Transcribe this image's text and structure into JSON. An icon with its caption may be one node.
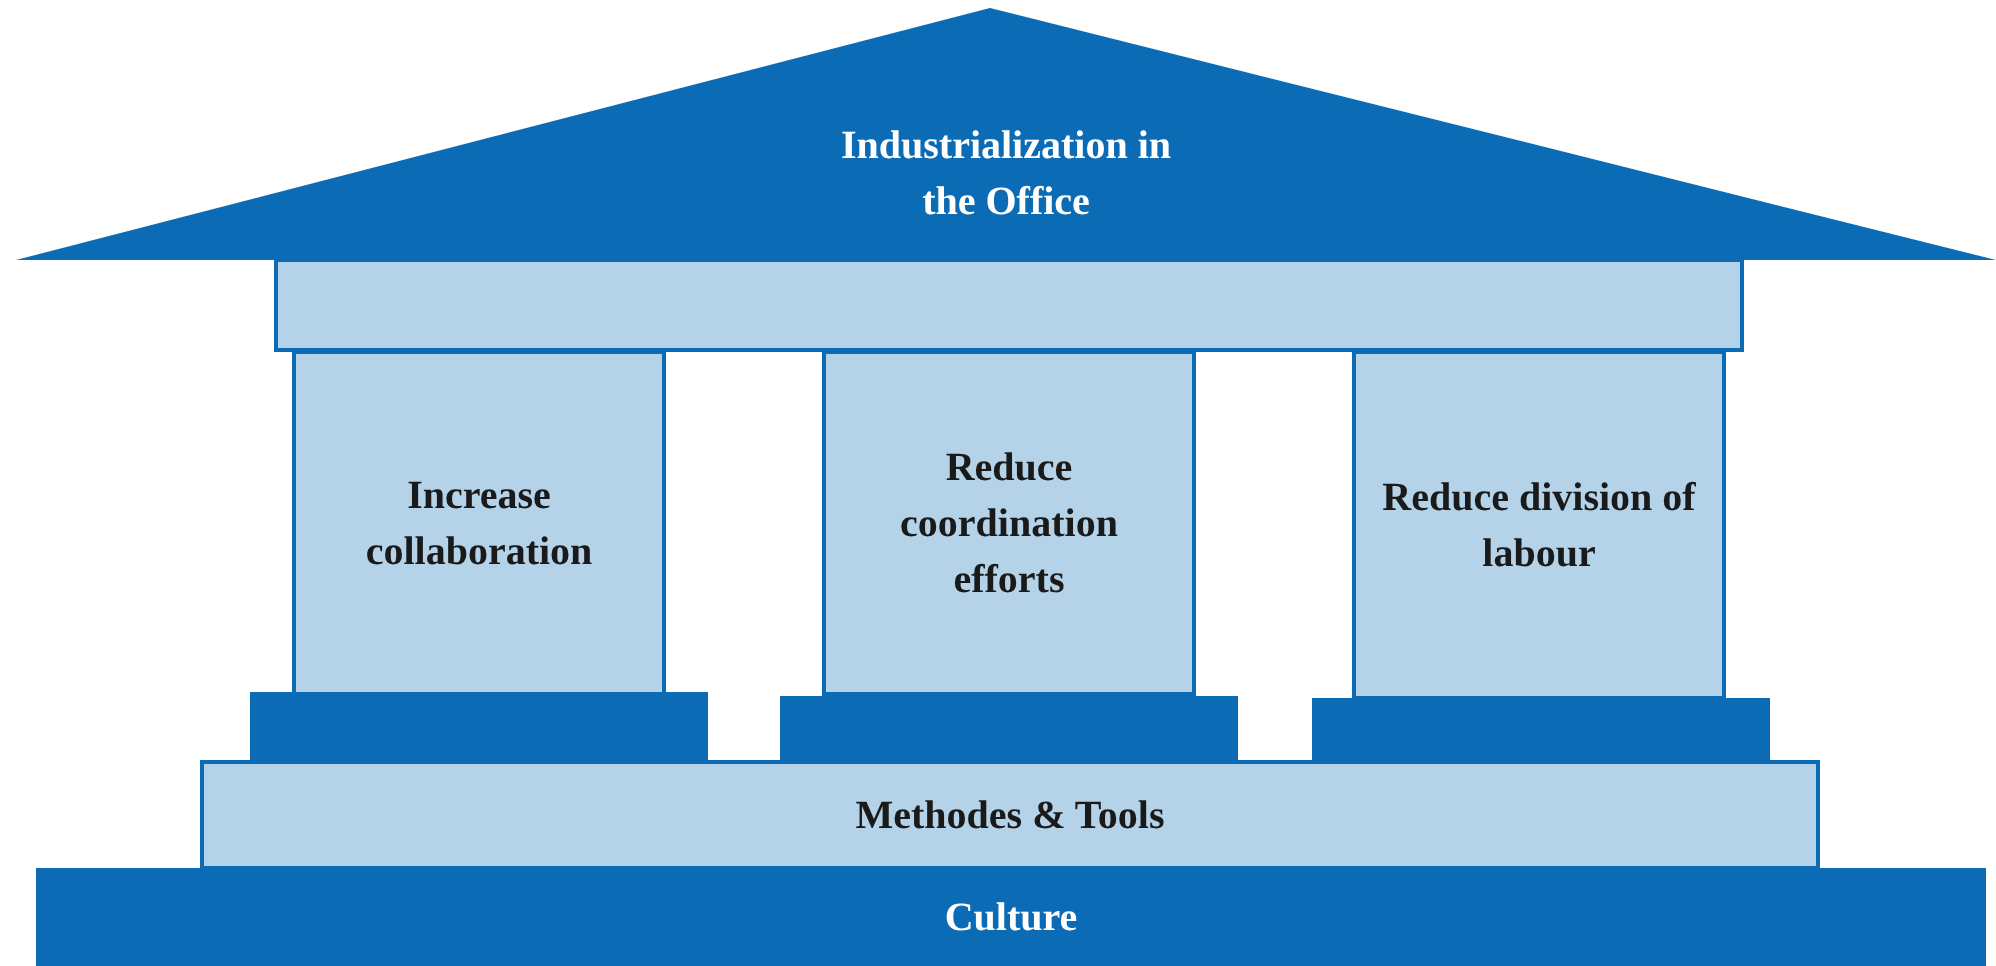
{
  "diagram": {
    "nodes": [
      {
        "text": [
          "Industrialization in the Office"
        ]
      },
      {
        "text": [],
        "shape": "box"
      },
      {
        "text": [
          "Increase collaboration"
        ]
      },
      {
        "text": [
          "Reduce coordination efforts"
        ]
      },
      {
        "text": [
          "Reduce division of labour"
        ]
      },
      {
        "text": [],
        "shape": "box"
      },
      {
        "text": [],
        "shape": "box"
      },
      {
        "text": [],
        "shape": "box"
      },
      {
        "text": [
          "Methodes & Tools"
        ]
      },
      {
        "text": [
          "Culture"
        ]
      }
    ]
  }
}
